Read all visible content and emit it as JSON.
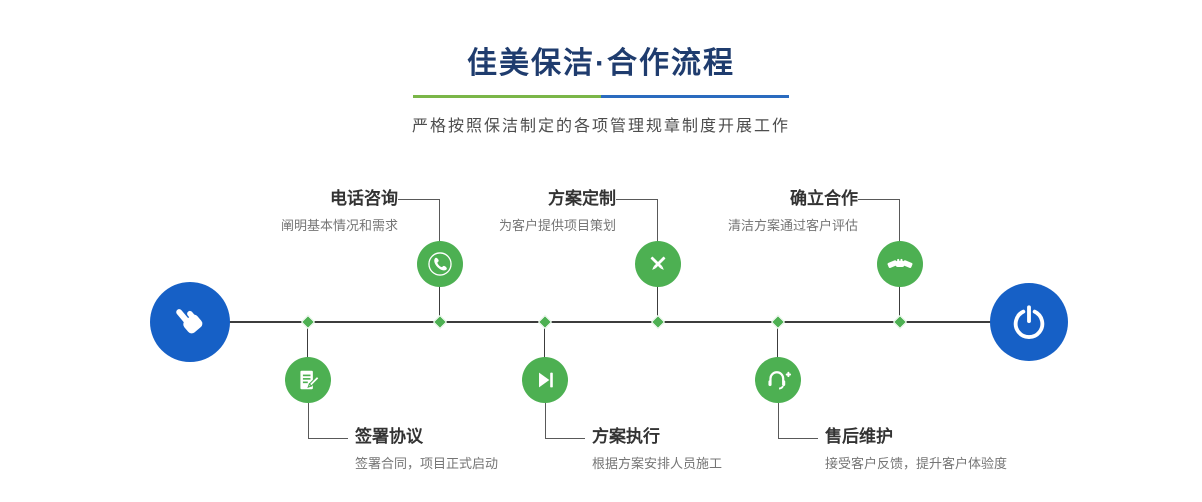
{
  "header": {
    "title": "佳美保洁·合作流程",
    "subtitle": "严格按照保洁制定的各项管理规章制度开展工作"
  },
  "colors": {
    "step_green": "#4db052",
    "endpoint_blue": "#1660c6",
    "title_navy": "#1f3c6e",
    "divider_green": "#7ab648",
    "divider_blue": "#2a6bbf",
    "line_dark": "#3c3c3c"
  },
  "steps_top": [
    {
      "title": "电话咨询",
      "desc": "阐明基本情况和需求",
      "icon": "phone-icon"
    },
    {
      "title": "方案定制",
      "desc": "为客户提供项目策划",
      "icon": "design-pencils-icon"
    },
    {
      "title": "确立合作",
      "desc": "清洁方案通过客户评估",
      "icon": "handshake-icon"
    }
  ],
  "steps_bottom": [
    {
      "title": "签署协议",
      "desc": "签署合同，项目正式启动",
      "icon": "contract-icon"
    },
    {
      "title": "方案执行",
      "desc": "根据方案安排人员施工",
      "icon": "play-icon"
    },
    {
      "title": "售后维护",
      "desc": "接受客户反馈，提升客户体验度",
      "icon": "headset-icon"
    }
  ],
  "endpoints": {
    "start_icon": "pointing-hand-icon",
    "end_icon": "power-icon"
  }
}
